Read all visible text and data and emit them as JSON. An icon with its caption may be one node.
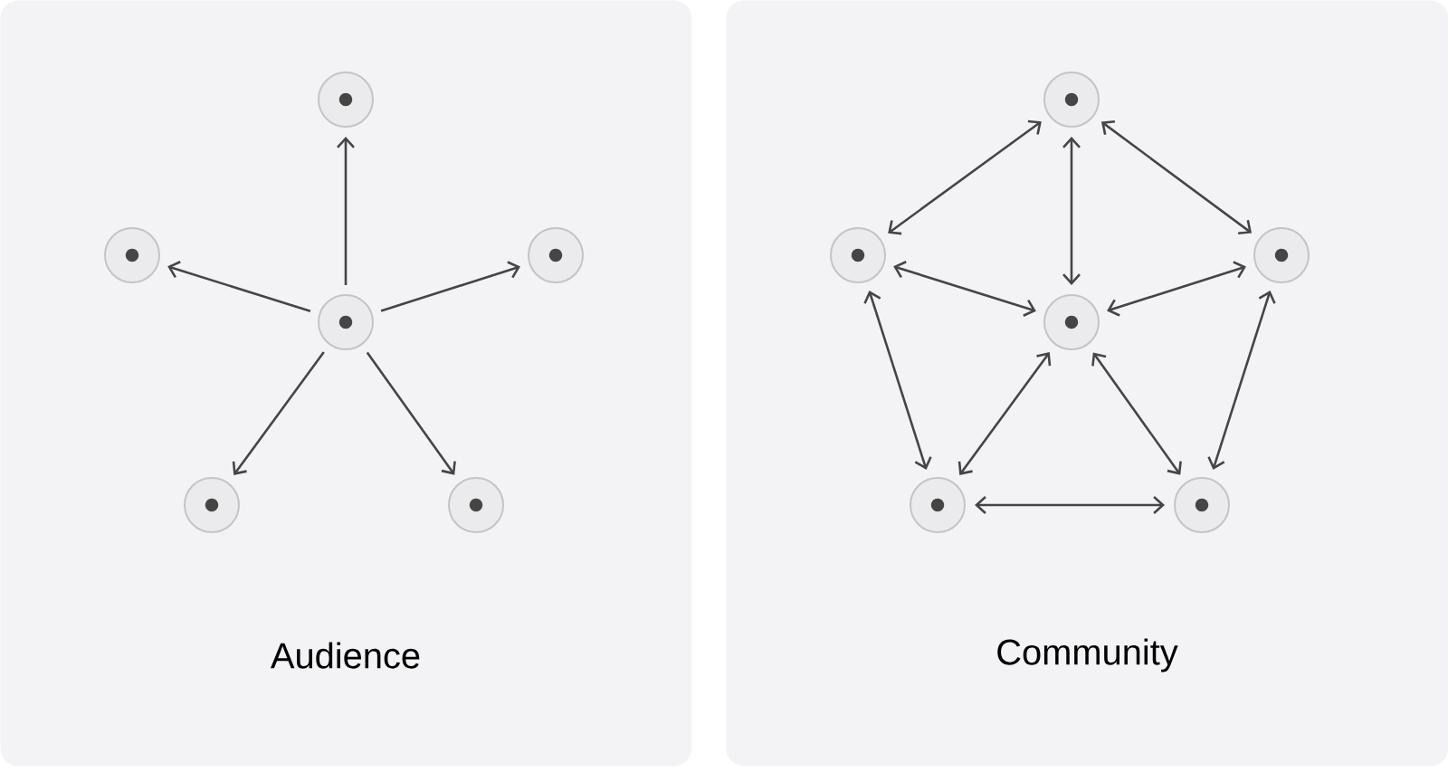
{
  "diagram": {
    "nodes": [
      {
        "text": [
          "Audience"
        ]
      },
      {
        "text": [],
        "shape": "circle",
        "in": 0
      },
      {
        "text": [],
        "shape": "circle",
        "in": 0
      },
      {
        "text": [],
        "shape": "circle",
        "in": 0
      },
      {
        "text": [],
        "shape": "circle",
        "in": 0
      },
      {
        "text": [],
        "shape": "circle",
        "in": 0
      },
      {
        "text": [],
        "shape": "circle",
        "in": 0
      },
      {
        "text": [
          "Community"
        ]
      },
      {
        "text": [],
        "shape": "circle",
        "in": 7
      },
      {
        "text": [],
        "shape": "circle",
        "in": 7
      },
      {
        "text": [],
        "shape": "circle",
        "in": 7
      },
      {
        "text": [],
        "shape": "circle",
        "in": 7
      },
      {
        "text": [],
        "shape": "circle",
        "in": 7
      },
      {
        "text": [],
        "shape": "circle",
        "in": 7
      }
    ],
    "edges": [
      {
        "from": 4,
        "to": 1,
        "arrow": "to"
      },
      {
        "from": 4,
        "to": 2,
        "arrow": "to"
      },
      {
        "from": 4,
        "to": 3,
        "arrow": "to"
      },
      {
        "from": 4,
        "to": 5,
        "arrow": "to"
      },
      {
        "from": 4,
        "to": 6,
        "arrow": "to"
      },
      {
        "from": 8,
        "to": 9,
        "arrow": "both"
      },
      {
        "from": 8,
        "to": 10,
        "arrow": "both"
      },
      {
        "from": 8,
        "to": 11,
        "arrow": "both"
      },
      {
        "from": 9,
        "to": 11,
        "arrow": "both"
      },
      {
        "from": 10,
        "to": 11,
        "arrow": "both"
      },
      {
        "from": 9,
        "to": 12,
        "arrow": "both"
      },
      {
        "from": 10,
        "to": 13,
        "arrow": "both"
      },
      {
        "from": 11,
        "to": 12,
        "arrow": "both"
      },
      {
        "from": 11,
        "to": 13,
        "arrow": "both"
      },
      {
        "from": 12,
        "to": 13,
        "arrow": "both"
      }
    ]
  }
}
